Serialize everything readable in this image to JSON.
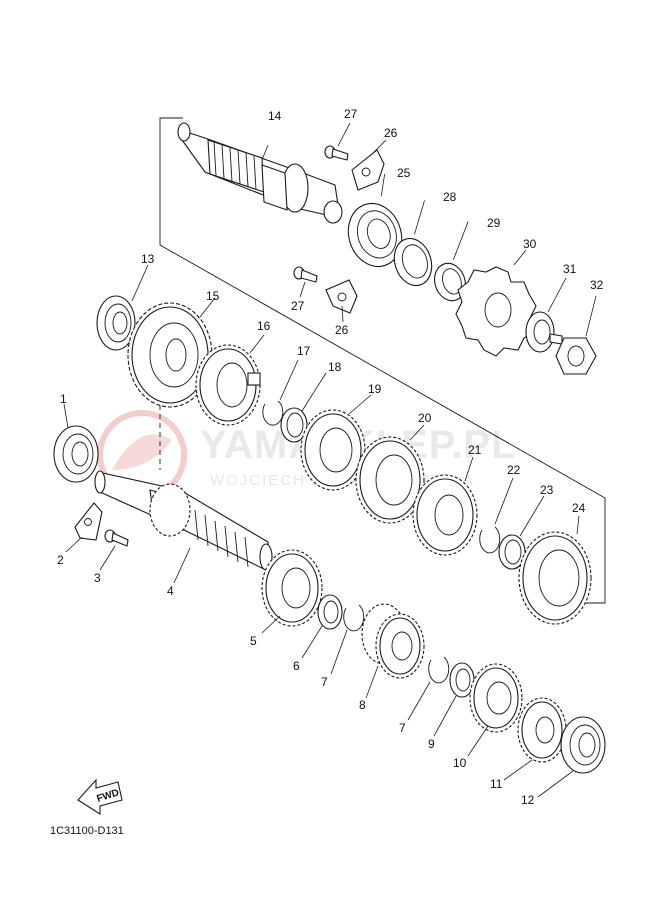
{
  "watermark": {
    "brand": "YAMASKLEP.PL",
    "owner": "WOJCIECH ... SKLEP YAMAHA",
    "color": "#e8e8e8",
    "logo_color": "#f3c9c9"
  },
  "diagram_code": "1C31100-D131",
  "fwd_label": "FWD",
  "labels": {
    "p1": "1",
    "p2": "2",
    "p3": "3",
    "p4": "4",
    "p5": "5",
    "p6": "6",
    "p7a": "7",
    "p7b": "7",
    "p8": "8",
    "p9": "9",
    "p10": "10",
    "p11": "11",
    "p12": "12",
    "p13": "13",
    "p14": "14",
    "p15": "15",
    "p16": "16",
    "p17": "17",
    "p18": "18",
    "p19": "19",
    "p20": "20",
    "p21": "21",
    "p22": "22",
    "p23": "23",
    "p24": "24",
    "p25": "25",
    "p26a": "26",
    "p26b": "26",
    "p27a": "27",
    "p27b": "27",
    "p28": "28",
    "p29": "29",
    "p30": "30",
    "p31": "31",
    "p32": "32"
  }
}
